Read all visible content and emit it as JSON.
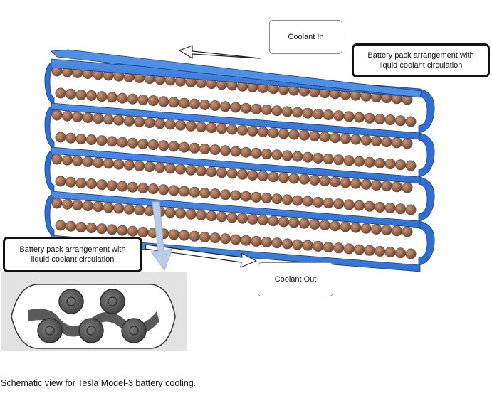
{
  "diagram": {
    "labels": {
      "coolant_in": "Coolant In",
      "coolant_out": "Coolant Out",
      "pack_arrangement_top": "Battery pack arrangement with liquid coolant circulation",
      "pack_arrangement_left": "Battery pack arrangement with liquid coolant circulation"
    },
    "caption": "Schematic view for Tesla Model-3 battery cooling."
  },
  "colors": {
    "coolant_ribbon": "#2f6fcf",
    "ribbon_edge": "#1d3f7a",
    "ribbon_light": "#4f8fe6",
    "cell_fill": "#9a6b4f",
    "cell_dark": "#6b4331",
    "cell_highlight": "#c6977a",
    "detail_bg": "#e2e2e2",
    "detail_shape": "#5a5a5a",
    "arrow_white": "#ffffff",
    "zoom_arrow": "#b9cde8"
  },
  "icons": {
    "coolant_in_arrow": "arrow-left-icon",
    "coolant_out_arrow": "arrow-right-icon",
    "zoom_arrow": "arrow-down-icon"
  }
}
